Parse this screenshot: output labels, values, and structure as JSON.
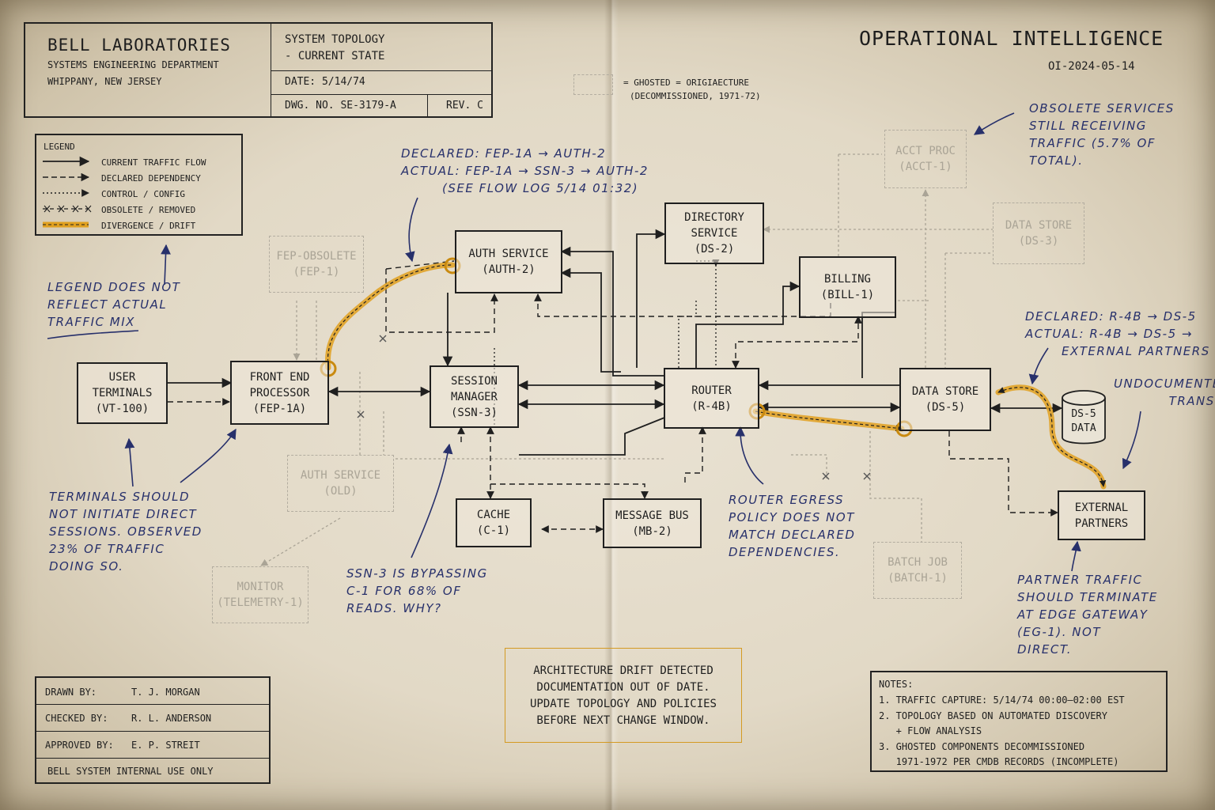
{
  "title_block": {
    "org": "BELL LABORATORIES",
    "dept": "SYSTEMS ENGINEERING DEPARTMENT",
    "location": "WHIPPANY, NEW JERSEY",
    "drawing_title_1": "SYSTEM TOPOLOGY",
    "drawing_title_2": "- CURRENT STATE",
    "date": "DATE: 5/14/74",
    "dwg_no": "DWG. NO.  SE-3179-A",
    "rev": "REV. C"
  },
  "header": {
    "title": "OPERATIONAL INTELLIGENCE",
    "doc_id": "OI-2024-05-14",
    "ghost_key_1": "= GHOSTED = ORIGIАЕCTURE",
    "ghost_key_2": "(DECOMMISSIONED, 1971-72)"
  },
  "legend": {
    "title": "LEGEND",
    "items": [
      {
        "label": "CURRENT TRAFFIC FLOW",
        "style": "solid"
      },
      {
        "label": "DECLARED DEPENDENCY",
        "style": "dashed"
      },
      {
        "label": "CONTROL / CONFIG",
        "style": "dotted"
      },
      {
        "label": "OBSOLETE / REMOVED",
        "style": "x"
      },
      {
        "label": "DIVERGENCE / DRIFT",
        "style": "highlight"
      }
    ]
  },
  "nodes": {
    "user_terminals": {
      "l1": "USER",
      "l2": "TERMINALS",
      "l3": "(VT-100)"
    },
    "fep": {
      "l1": "FRONT END",
      "l2": "PROCESSOR",
      "l3": "(FEP-1A)"
    },
    "auth": {
      "l1": "AUTH SERVICE",
      "l2": "(AUTH-2)"
    },
    "session": {
      "l1": "SESSION",
      "l2": "MANAGER",
      "l3": "(SSN-3)"
    },
    "directory": {
      "l1": "DIRECTORY",
      "l2": "SERVICE",
      "l3": "(DS-2)"
    },
    "billing": {
      "l1": "BILLING",
      "l2": "(BILL-1)"
    },
    "router": {
      "l1": "ROUTER",
      "l2": "(R-4B)"
    },
    "datastore": {
      "l1": "DATA STORE",
      "l2": "(DS-5)"
    },
    "ds5_data": {
      "l1": "DS-5",
      "l2": "DATA"
    },
    "cache": {
      "l1": "CACHE",
      "l2": "(C-1)"
    },
    "message_bus": {
      "l1": "MESSAGE BUS",
      "l2": "(MB-2)"
    },
    "external": {
      "l1": "EXTERNAL",
      "l2": "PARTNERS"
    }
  },
  "ghost_nodes": {
    "fep_obsolete": {
      "l1": "FEP-OBSOLETE",
      "l2": "(FEP-1)"
    },
    "auth_old": {
      "l1": "AUTH SERVICE",
      "l2": "(OLD)"
    },
    "monitor": {
      "l1": "MONITOR",
      "l2": "(TELEMETRY-1)"
    },
    "acct_proc": {
      "l1": "ACCT PROC",
      "l2": "(ACCT-1)"
    },
    "data_store_3": {
      "l1": "DATA STORE",
      "l2": "(DS-3)"
    },
    "batch_job": {
      "l1": "BATCH JOB",
      "l2": "(BATCH-1)"
    }
  },
  "annotations": {
    "declared_auth": [
      "DECLARED: FEP-1A → AUTH-2",
      "ACTUAL: FEP-1A → SSN-3 → AUTH-2",
      "(SEE FLOW LOG 5/14 01:32)"
    ],
    "legend_note": [
      "LEGEND DOES NOT",
      "REFLECT ACTUAL",
      "TRAFFIC MIX"
    ],
    "terminals_note": [
      "TERMINALS SHOULD",
      "NOT INITIATE DIRECT",
      "SESSIONS. OBSERVED",
      "23% OF TRAFFIC",
      "DOING SO."
    ],
    "ssn_note": [
      "SSN-3 IS BYPASSING",
      "C-1 FOR 68% OF",
      "READS. WHY?"
    ],
    "router_note": [
      "ROUTER EGRESS",
      "POLICY DOES NOT",
      "MATCH DECLARED",
      "DEPENDENCIES."
    ],
    "obsolete_note": [
      "OBSOLETE SERVICES",
      "STILL RECEIVING",
      "TRAFFIC (5.7% OF",
      "TOTAL)."
    ],
    "r4b_note": [
      "DECLARED: R-4B → DS-5",
      "ACTUAL: R-4B → DS-5 →",
      "EXTERNAL PARTNERS"
    ],
    "undocumented_note": [
      "UNDOCUMENTED",
      "TRANSIT."
    ],
    "partner_note": [
      "PARTNER TRAFFIC",
      "SHOULD TERMINATE",
      "AT EDGE GATEWAY",
      "(EG-1). NOT",
      "DIRECT."
    ]
  },
  "alert": {
    "l1": "ARCHITECTURE DRIFT DETECTED",
    "l2": "DOCUMENTATION OUT OF DATE.",
    "l3": "UPDATE TOPOLOGY AND POLICIES",
    "l4": "BEFORE NEXT CHANGE WINDOW."
  },
  "signoff": {
    "drawn_label": "DRAWN BY:",
    "drawn_value": "T. J. MORGAN",
    "checked_label": "CHECKED BY:",
    "checked_value": "R. L. ANDERSON",
    "approved_label": "APPROVED BY:",
    "approved_value": "E. P. STREIT",
    "classification": "BELL SYSTEM INTERNAL USE ONLY"
  },
  "notes": {
    "title": "NOTES:",
    "n1": "1. TRAFFIC CAPTURE: 5/14/74 00:00–02:00 EST",
    "n2": "2. TOPOLOGY BASED ON AUTOMATED DISCOVERY",
    "n2b": "   + FLOW ANALYSIS",
    "n3": "3. GHOSTED COMPONENTS DECOMMISSIONED",
    "n3b": "   1971-1972 PER CMDB RECORDS (INCOMPLETE)"
  },
  "colors": {
    "ink": "#1f1f1f",
    "pen": "#27306b",
    "drift": "#e0a020",
    "ghost": "#b3ada0",
    "paper": "#e6dfcf"
  }
}
